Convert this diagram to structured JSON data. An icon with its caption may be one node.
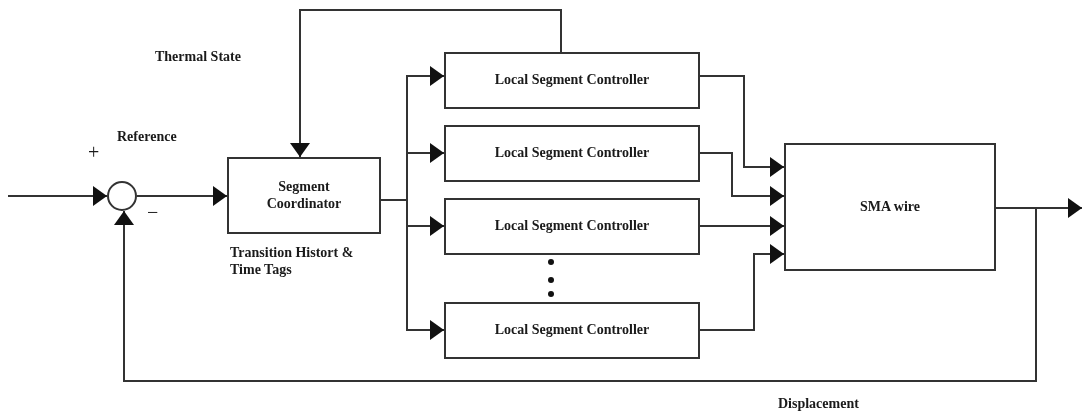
{
  "diagram": {
    "nodes": [
      {
        "text": [],
        "shape": "circle"
      },
      {
        "text": [
          "Segment Coordinator"
        ]
      },
      {
        "text": [
          "Local Segment Controller"
        ]
      },
      {
        "text": [
          "Local Segment Controller"
        ]
      },
      {
        "text": [
          "Local Segment Controller"
        ]
      },
      {
        "text": [
          "Local Segment Controller"
        ]
      },
      {
        "text": [
          "SMA wire"
        ]
      }
    ],
    "edges": [
      {
        "from": null,
        "to": 0,
        "arrow": "to"
      },
      {
        "from": 0,
        "to": 1,
        "arrow": "to"
      },
      {
        "from": 1,
        "to": 2,
        "arrow": "to"
      },
      {
        "from": 1,
        "to": 3,
        "arrow": "to"
      },
      {
        "from": 1,
        "to": 4,
        "arrow": "to"
      },
      {
        "from": 1,
        "to": 5,
        "arrow": "to"
      },
      {
        "from": 2,
        "to": 6,
        "arrow": "to"
      },
      {
        "from": 3,
        "to": 6,
        "arrow": "to"
      },
      {
        "from": 4,
        "to": 6,
        "arrow": "to"
      },
      {
        "from": 5,
        "to": 6,
        "arrow": "to"
      },
      {
        "from": 6,
        "to": null,
        "arrow": "to"
      },
      {
        "from": 6,
        "to": 0,
        "arrow": "to"
      },
      {
        "from": 2,
        "to": 1,
        "arrow": "to"
      }
    ],
    "labels": [
      "Thermal State",
      "Reference",
      "+",
      "−",
      "Transition Histort & Time Tags",
      "Displacement"
    ]
  }
}
